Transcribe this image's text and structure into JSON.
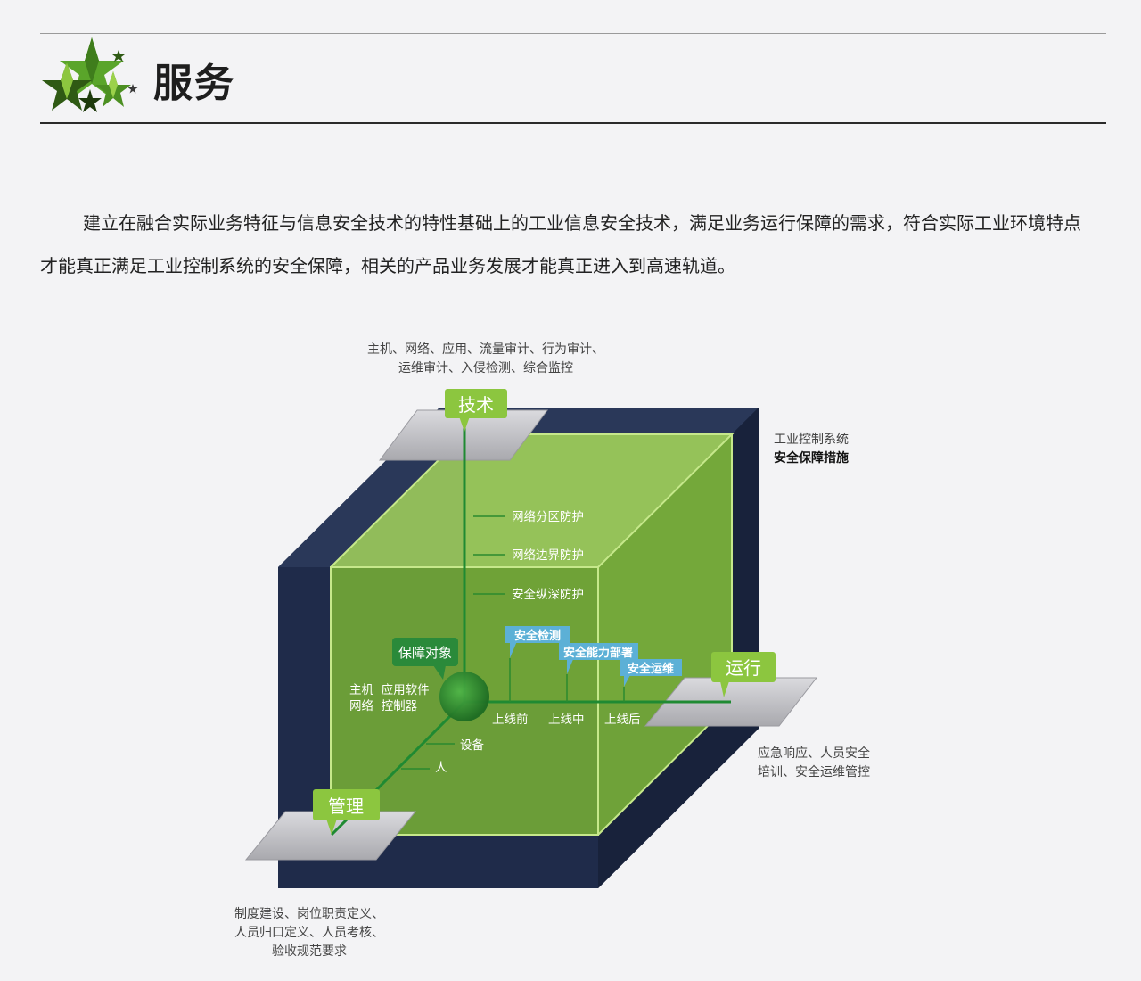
{
  "header": {
    "title": "服务"
  },
  "intro": {
    "line1": "建立在融合实际业务特征与信息安全技术的特性基础上的工业信息安全技术，满足业务运行保障的需求，符合实际工业环境特点",
    "line2": "才能真正满足工业控制系统的安全保障，相关的产品业务发展才能真正进入到高速轨道。"
  },
  "diagram": {
    "cube_caption_line1": "工业控制系统",
    "cube_caption_line2": "安全保障措施",
    "axes": {
      "tech": {
        "label": "技术",
        "desc_line1": "主机、网络、应用、流量审计、行为审计、",
        "desc_line2": "运维审计、入侵检测、综合监控"
      },
      "ops": {
        "label": "运行",
        "desc_line1": "应急响应、人员安全",
        "desc_line2": "培训、安全运维管控"
      },
      "mgmt": {
        "label": "管理",
        "desc_line1": "制度建设、岗位职责定义、",
        "desc_line2": "人员归口定义、人员考核、",
        "desc_line3": "验收规范要求"
      }
    },
    "vertical_ticks": [
      "网络分区防护",
      "网络边界防护",
      "安全纵深防护"
    ],
    "horizontal_ticks": [
      "上线前",
      "上线中",
      "上线后"
    ],
    "depth_ticks": [
      "设备",
      "人"
    ],
    "callouts": [
      "安全检测",
      "安全能力部署",
      "安全运维"
    ],
    "protected": {
      "label": "保障对象",
      "line1": "主机  应用软件",
      "line2": "网络  控制器"
    },
    "colors": {
      "navy": "#1f2b4a",
      "green": "#8cc63f",
      "dark_green": "#2f9a3a",
      "callout_blue": "#5cb0d6"
    }
  }
}
